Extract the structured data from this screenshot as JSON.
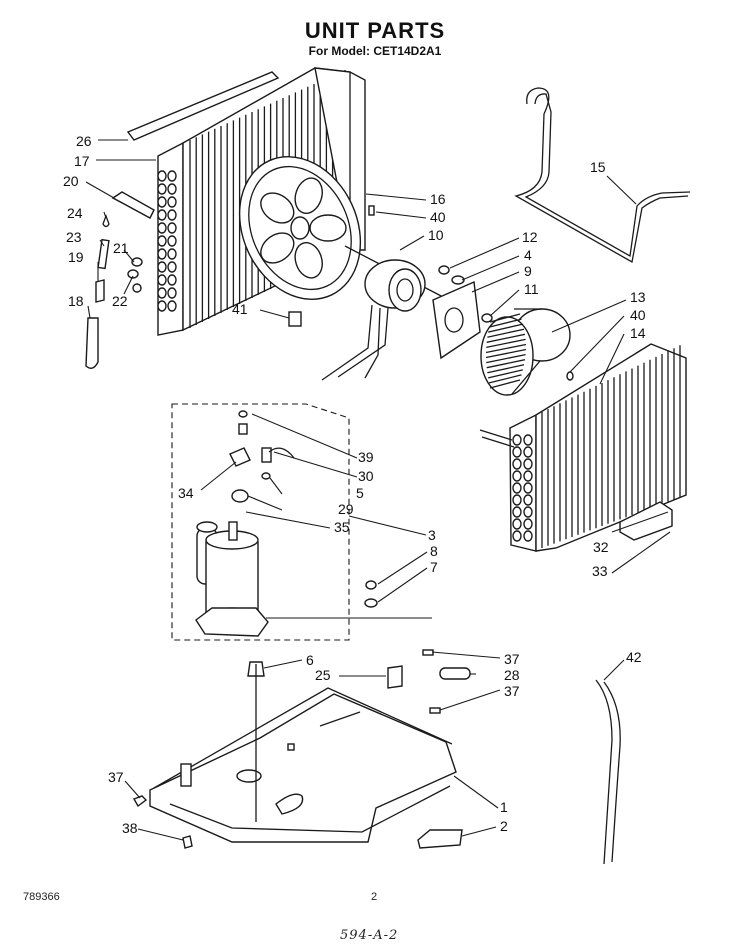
{
  "header": {
    "title": "UNIT PARTS",
    "model": "For Model: CET14D2A1"
  },
  "footer": {
    "doc_code": "789366",
    "page_number": "2",
    "handwritten_note": "594-A-2"
  },
  "callouts": [
    {
      "id": "c26",
      "text": "26"
    },
    {
      "id": "c17",
      "text": "17"
    },
    {
      "id": "c20",
      "text": "20"
    },
    {
      "id": "c24",
      "text": "24"
    },
    {
      "id": "c23",
      "text": "23"
    },
    {
      "id": "c21",
      "text": "21"
    },
    {
      "id": "c19",
      "text": "19"
    },
    {
      "id": "c22",
      "text": "22"
    },
    {
      "id": "c18",
      "text": "18"
    },
    {
      "id": "c41",
      "text": "41"
    },
    {
      "id": "c16",
      "text": "16"
    },
    {
      "id": "c40a",
      "text": "40"
    },
    {
      "id": "c10",
      "text": "10"
    },
    {
      "id": "c15",
      "text": "15"
    },
    {
      "id": "c12",
      "text": "12"
    },
    {
      "id": "c4",
      "text": "4"
    },
    {
      "id": "c9",
      "text": "9"
    },
    {
      "id": "c11",
      "text": "11"
    },
    {
      "id": "c13",
      "text": "13"
    },
    {
      "id": "c40b",
      "text": "40"
    },
    {
      "id": "c14",
      "text": "14"
    },
    {
      "id": "c39",
      "text": "39"
    },
    {
      "id": "c30",
      "text": "30"
    },
    {
      "id": "c34",
      "text": "34"
    },
    {
      "id": "c5",
      "text": "5"
    },
    {
      "id": "c29",
      "text": "29"
    },
    {
      "id": "c35",
      "text": "35"
    },
    {
      "id": "c3",
      "text": "3"
    },
    {
      "id": "c8",
      "text": "8"
    },
    {
      "id": "c7",
      "text": "7"
    },
    {
      "id": "c32",
      "text": "32"
    },
    {
      "id": "c33",
      "text": "33"
    },
    {
      "id": "c6",
      "text": "6"
    },
    {
      "id": "c37a",
      "text": "37"
    },
    {
      "id": "c25",
      "text": "25"
    },
    {
      "id": "c28",
      "text": "28"
    },
    {
      "id": "c37b",
      "text": "37"
    },
    {
      "id": "c42",
      "text": "42"
    },
    {
      "id": "c37c",
      "text": "37"
    },
    {
      "id": "c1",
      "text": "1"
    },
    {
      "id": "c2",
      "text": "2"
    },
    {
      "id": "c38",
      "text": "38"
    }
  ]
}
